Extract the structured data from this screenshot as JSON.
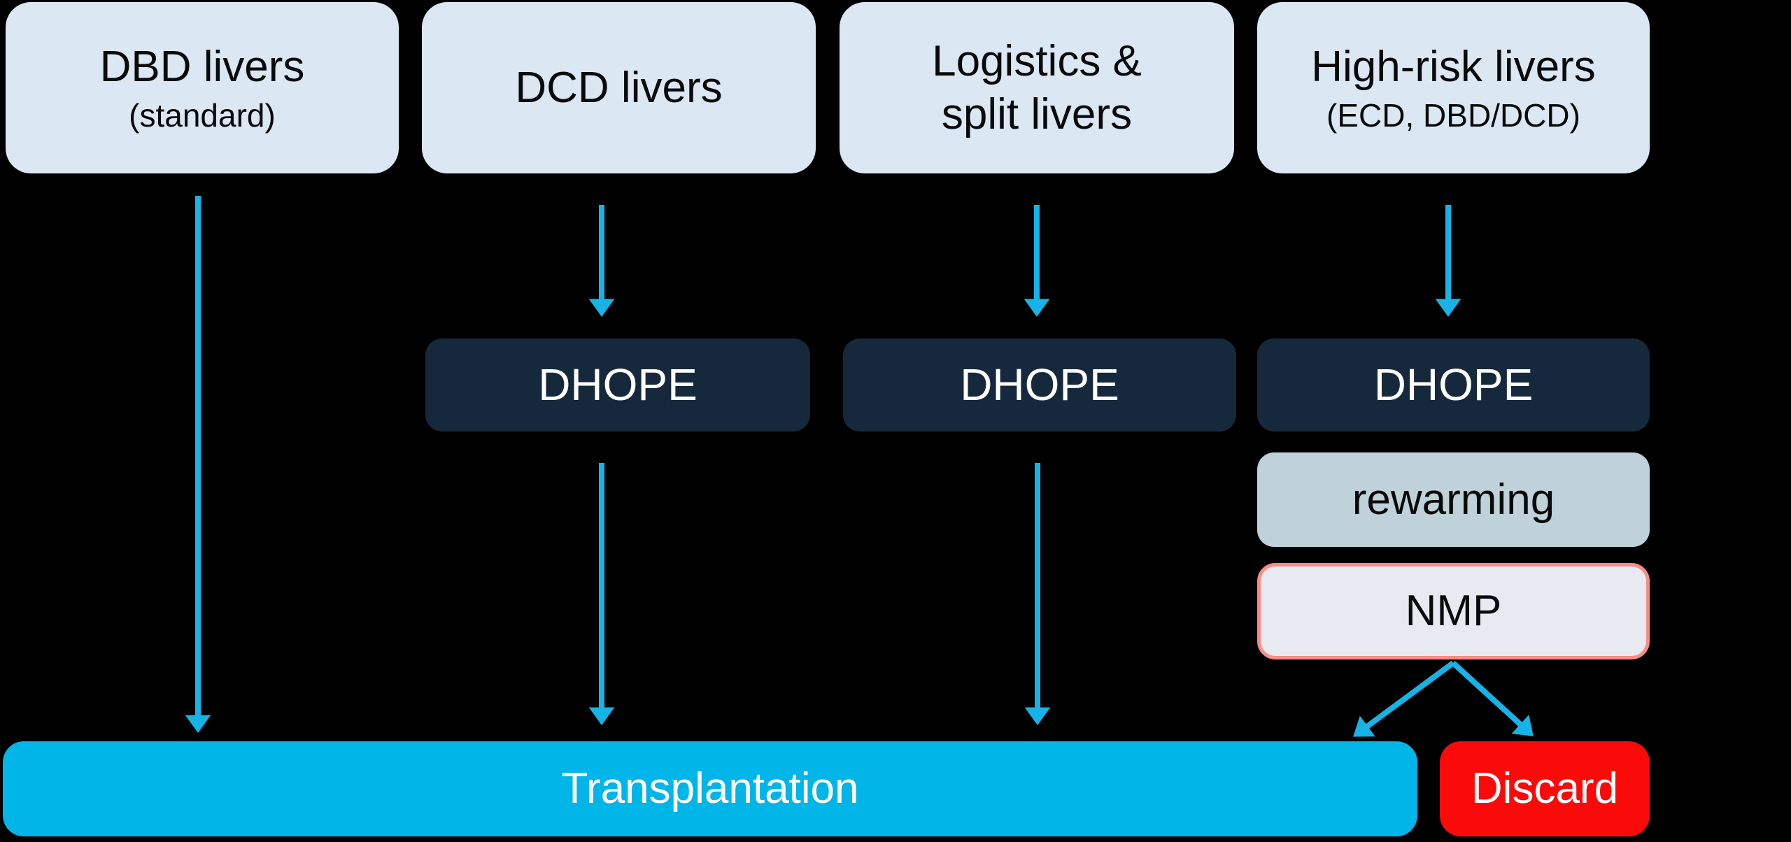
{
  "colors": {
    "background": "#000000",
    "source_box_fill": "#dbe8f3",
    "dhope_box_fill": "#16293c",
    "rewarming_box_fill": "#bfd1d9",
    "nmp_box_fill": "#e7eaf1",
    "nmp_box_border": "#f98c85",
    "transplantation_fill": "#00b5e8",
    "discard_fill": "#fb0a0a",
    "arrow": "#17b3e6",
    "text_on_light": "#000000",
    "text_on_dark": "#ffffff"
  },
  "sources": {
    "dbd": {
      "title": "DBD livers",
      "subtitle": "(standard)"
    },
    "dcd": {
      "title": "DCD livers"
    },
    "logistics": {
      "title_line1": "Logistics &",
      "title_line2": "split livers"
    },
    "highrisk": {
      "title": "High-risk livers",
      "subtitle": "(ECD, DBD/DCD)"
    }
  },
  "process": {
    "dhope_dcd": "DHOPE",
    "dhope_logistics": "DHOPE",
    "dhope_highrisk": "DHOPE",
    "rewarming": "rewarming",
    "nmp": "NMP"
  },
  "outcomes": {
    "transplantation": "Transplantation",
    "discard": "Discard"
  }
}
